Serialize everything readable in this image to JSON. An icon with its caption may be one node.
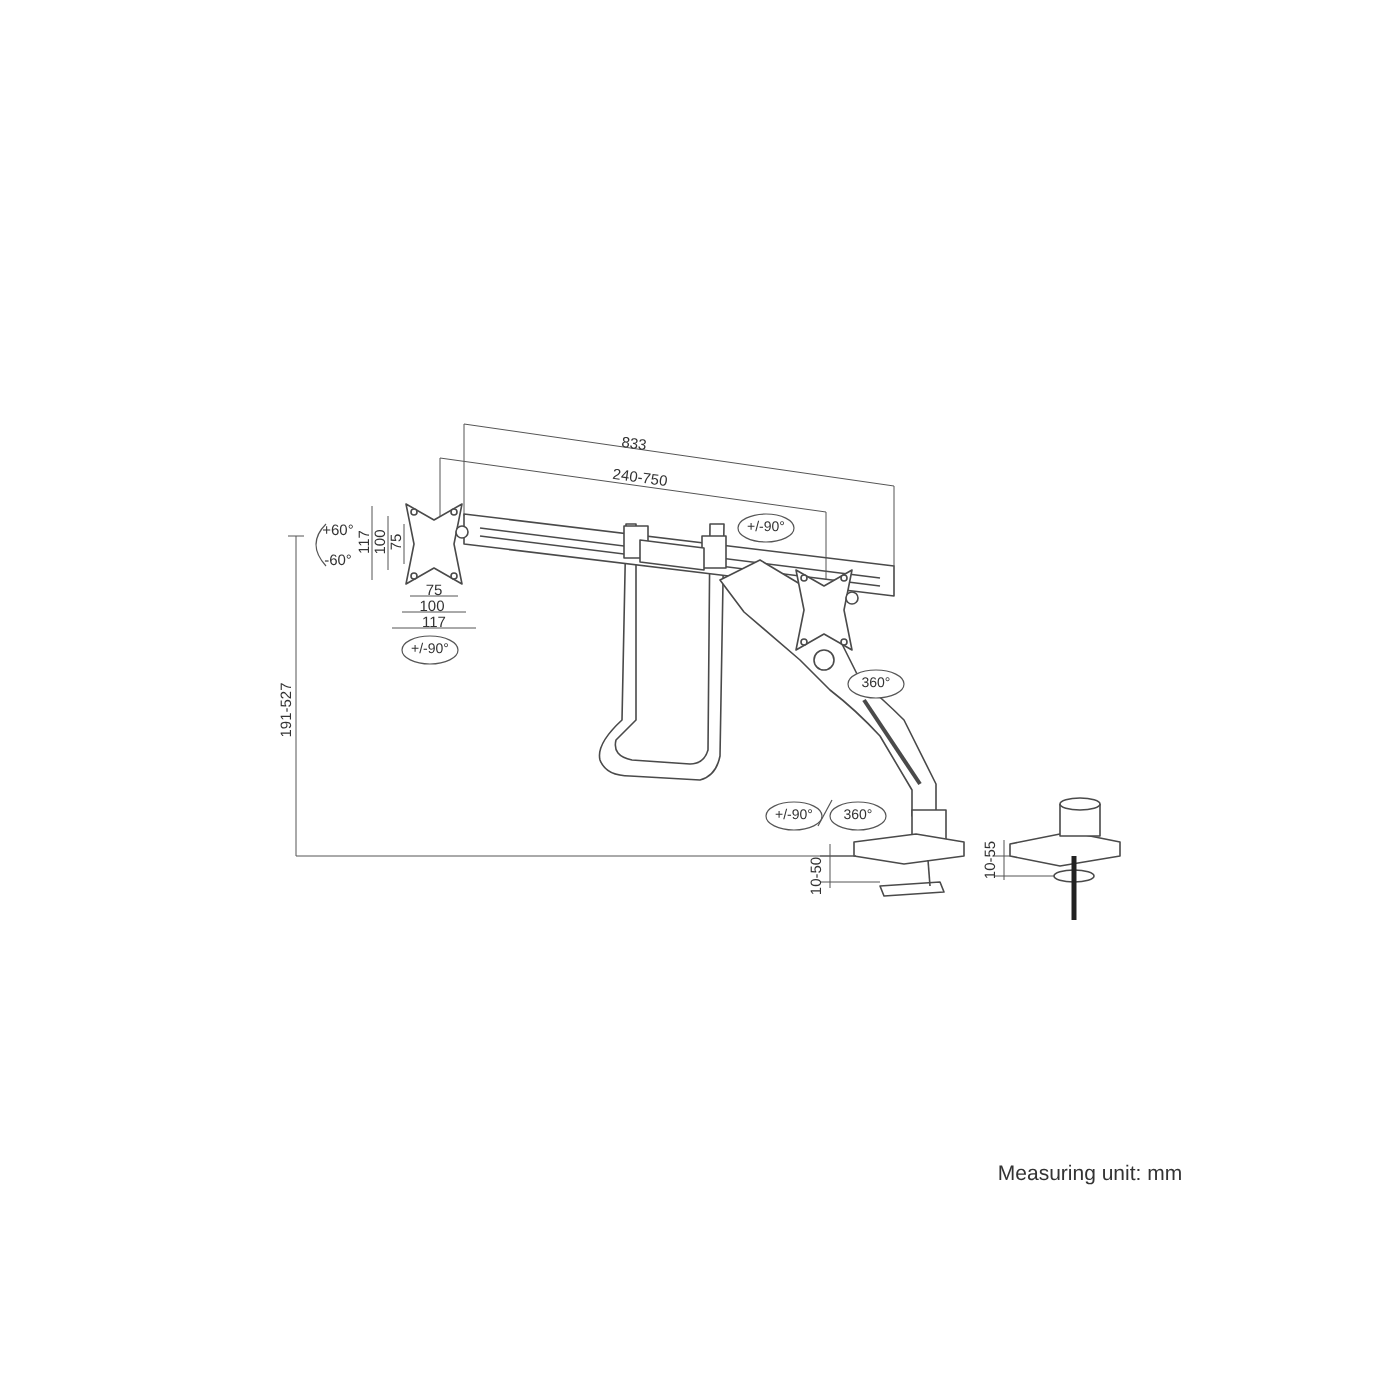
{
  "diagram": {
    "labels": [
      "833",
      "240-750",
      "+/-90°",
      "+60°",
      "-60°",
      "117",
      "100",
      "75",
      "75",
      "100",
      "117",
      "+/-90°",
      "360°",
      "191-527",
      "+/-90°",
      "360°",
      "10-50",
      "10-55",
      "Measuring unit: mm"
    ]
  }
}
